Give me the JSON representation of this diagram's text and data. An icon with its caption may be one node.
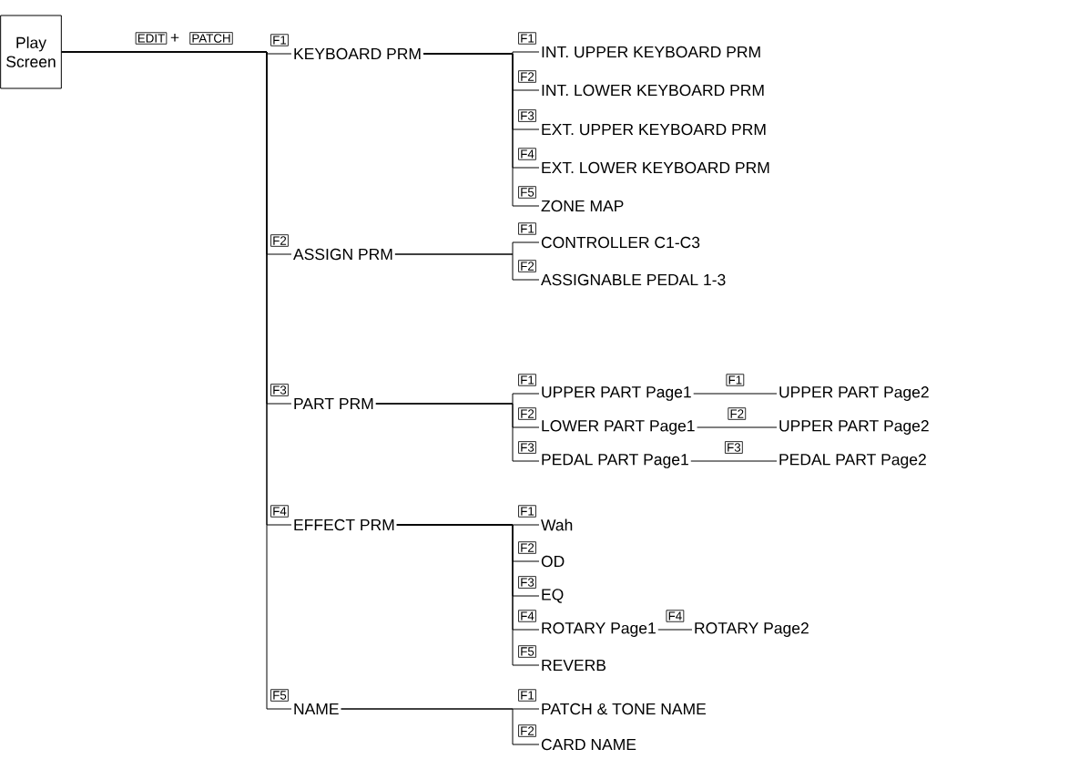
{
  "diagram": {
    "nodes": [
      {
        "text": [
          "Play Screen"
        ]
      },
      {
        "text": [
          "KEYBOARD PRM"
        ]
      },
      {
        "text": [
          "INT. UPPER KEYBOARD PRM"
        ]
      },
      {
        "text": [
          "INT. LOWER KEYBOARD PRM"
        ]
      },
      {
        "text": [
          "EXT. UPPER KEYBOARD PRM"
        ]
      },
      {
        "text": [
          "EXT. LOWER KEYBOARD PRM"
        ]
      },
      {
        "text": [
          "ZONE MAP"
        ]
      },
      {
        "text": [
          "ASSIGN PRM"
        ]
      },
      {
        "text": [
          "CONTROLLER C1-C3"
        ]
      },
      {
        "text": [
          "ASSIGNABLE PEDAL 1-3"
        ]
      },
      {
        "text": [
          "PART PRM"
        ]
      },
      {
        "text": [
          "UPPER PART Page1"
        ]
      },
      {
        "text": [
          "UPPER PART Page2"
        ]
      },
      {
        "text": [
          "LOWER PART Page1"
        ]
      },
      {
        "text": [
          "UPPER PART Page2"
        ]
      },
      {
        "text": [
          "PEDAL PART Page1"
        ]
      },
      {
        "text": [
          "PEDAL PART Page2"
        ]
      },
      {
        "text": [
          "EFFECT PRM"
        ]
      },
      {
        "text": [
          "Wah"
        ]
      },
      {
        "text": [
          "OD"
        ]
      },
      {
        "text": [
          "EQ"
        ]
      },
      {
        "text": [
          "ROTARY Page1"
        ]
      },
      {
        "text": [
          "ROTARY Page2"
        ]
      },
      {
        "text": [
          "REVERB"
        ]
      },
      {
        "text": [
          "NAME"
        ]
      },
      {
        "text": [
          "PATCH & TONE NAME"
        ]
      },
      {
        "text": [
          "CARD NAME"
        ]
      }
    ],
    "edges": [
      {
        "from": 0,
        "to": 1,
        "arrow": "none",
        "label": "F1"
      },
      {
        "from": 0,
        "to": 7,
        "arrow": "none",
        "label": "F2"
      },
      {
        "from": 0,
        "to": 10,
        "arrow": "none",
        "label": "F3"
      },
      {
        "from": 0,
        "to": 17,
        "arrow": "none",
        "label": "F4"
      },
      {
        "from": 0,
        "to": 24,
        "arrow": "none",
        "label": "F5"
      },
      {
        "from": 1,
        "to": 2,
        "arrow": "none",
        "label": "F1"
      },
      {
        "from": 1,
        "to": 3,
        "arrow": "none",
        "label": "F2"
      },
      {
        "from": 1,
        "to": 4,
        "arrow": "none",
        "label": "F3"
      },
      {
        "from": 1,
        "to": 5,
        "arrow": "none",
        "label": "F4"
      },
      {
        "from": 1,
        "to": 6,
        "arrow": "none",
        "label": "F5"
      },
      {
        "from": 7,
        "to": 8,
        "arrow": "none",
        "label": "F1"
      },
      {
        "from": 7,
        "to": 9,
        "arrow": "none",
        "label": "F2"
      },
      {
        "from": 10,
        "to": 11,
        "arrow": "none",
        "label": "F1"
      },
      {
        "from": 11,
        "to": 12,
        "arrow": "none",
        "label": "F1"
      },
      {
        "from": 10,
        "to": 13,
        "arrow": "none",
        "label": "F2"
      },
      {
        "from": 13,
        "to": 14,
        "arrow": "none",
        "label": "F2"
      },
      {
        "from": 10,
        "to": 15,
        "arrow": "none",
        "label": "F3"
      },
      {
        "from": 15,
        "to": 16,
        "arrow": "none",
        "label": "F3"
      },
      {
        "from": 17,
        "to": 18,
        "arrow": "none",
        "label": "F1"
      },
      {
        "from": 17,
        "to": 19,
        "arrow": "none",
        "label": "F2"
      },
      {
        "from": 17,
        "to": 20,
        "arrow": "none",
        "label": "F3"
      },
      {
        "from": 17,
        "to": 21,
        "arrow": "none",
        "label": "F4"
      },
      {
        "from": 21,
        "to": 22,
        "arrow": "none",
        "label": "F4"
      },
      {
        "from": 17,
        "to": 23,
        "arrow": "none",
        "label": "F5"
      },
      {
        "from": 24,
        "to": 25,
        "arrow": "none",
        "label": "F1"
      },
      {
        "from": 24,
        "to": 26,
        "arrow": "none",
        "label": "F2"
      }
    ],
    "labels": [
      "EDIT",
      "+",
      "PATCH"
    ]
  }
}
